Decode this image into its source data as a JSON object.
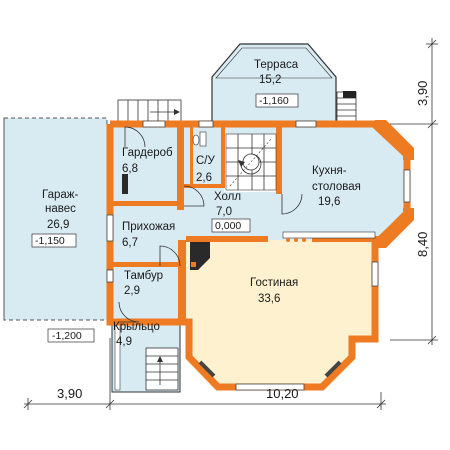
{
  "plan": {
    "rooms": [
      {
        "id": "terrace",
        "name": "Терраса",
        "area": "15,2",
        "level": "-1,160"
      },
      {
        "id": "garage",
        "name_line1": "Гараж-",
        "name_line2": "навес",
        "area": "26,9",
        "level": "-1,150"
      },
      {
        "id": "wardrobe",
        "name": "Гардероб",
        "area": "6,8"
      },
      {
        "id": "wc",
        "name": "С/У",
        "area": "2,6"
      },
      {
        "id": "hall",
        "name": "Холл",
        "area": "7,0",
        "level": "0,000"
      },
      {
        "id": "kitchen",
        "name_line1": "Кухня-",
        "name_line2": "столовая",
        "area": "19,6"
      },
      {
        "id": "entrance",
        "name": "Прихожая",
        "area": "6,7"
      },
      {
        "id": "vestibule",
        "name": "Тамбур",
        "area": "2,9"
      },
      {
        "id": "living",
        "name": "Гостиная",
        "area": "33,6"
      },
      {
        "id": "porch",
        "name": "Крыльцо",
        "area": "4,9"
      }
    ],
    "levels": {
      "outside": "-1,200"
    },
    "dimensions": {
      "bottom_left": "3,90",
      "bottom_right": "10,20",
      "right_top": "3,90",
      "right_bottom": "8,40"
    },
    "colors": {
      "wall": "#ee7a22",
      "floor_fill": "#d8ebf3",
      "living_fill": "#fdf1d0",
      "background": "#ffffff"
    }
  }
}
